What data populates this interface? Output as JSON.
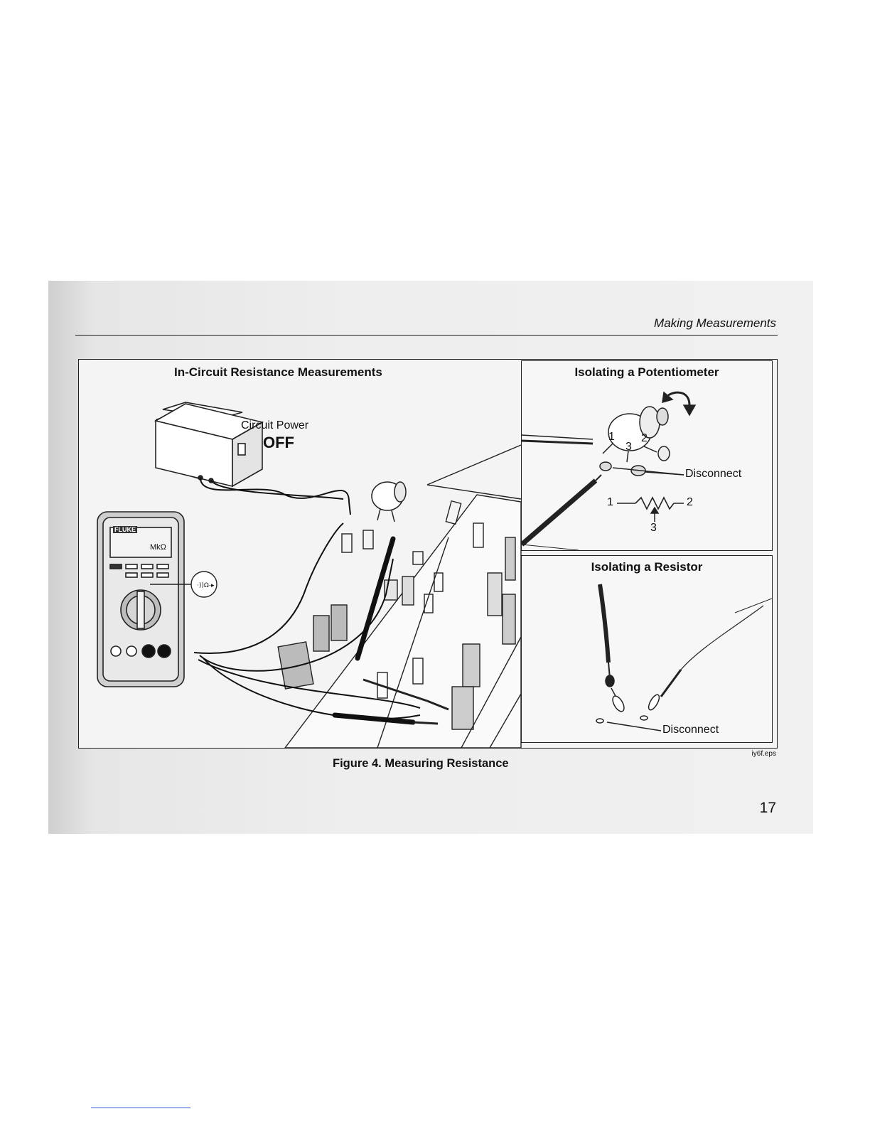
{
  "header": {
    "title": "Making Measurements"
  },
  "figure": {
    "title": "In-Circuit Resistance Measurements",
    "power_label": "Circuit Power",
    "power_state": "OFF",
    "meter": {
      "brand": "FLUKE",
      "display_unit": "MkΩ"
    },
    "potentiometer_inset": {
      "title": "Isolating a Potentiometer",
      "pin1": "1",
      "pin2": "2",
      "pin3": "3",
      "disconnect": "Disconnect",
      "schematic_pin1": "1",
      "schematic_pin2": "2",
      "schematic_pin3": "3"
    },
    "resistor_inset": {
      "title": "Isolating a Resistor",
      "disconnect": "Disconnect"
    },
    "caption": "Figure 4. Measuring Resistance",
    "file_name": "iy6f.eps"
  },
  "page": {
    "number": "17"
  }
}
